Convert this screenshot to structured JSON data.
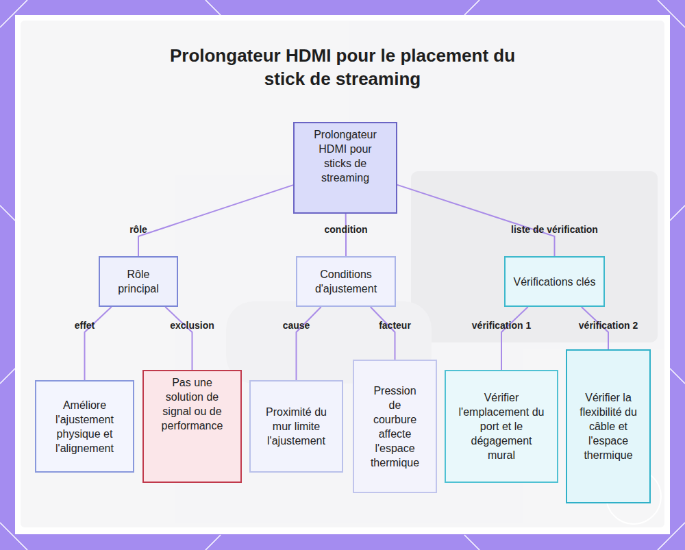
{
  "diagram": {
    "title": "Prolongateur HDMI pour le placement du stick de streaming",
    "nodes": [
      {
        "text": [
          "Prolongateur HDMI pour sticks de streaming"
        ]
      },
      {
        "text": [
          "Rôle principal"
        ]
      },
      {
        "text": [
          "Conditions d'ajustement"
        ]
      },
      {
        "text": [
          "Vérifications clés"
        ]
      },
      {
        "text": [
          "Améliore l'ajustement physique et l'alignement"
        ]
      },
      {
        "text": [
          "Pas une solution de signal ou de performance"
        ]
      },
      {
        "text": [
          "Proximité du mur limite l'ajustement"
        ]
      },
      {
        "text": [
          "Pression de courbure affecte l'espace thermique"
        ]
      },
      {
        "text": [
          "Vérifier l'emplacement du port et le dégagement mural"
        ]
      },
      {
        "text": [
          "Vérifier la flexibilité du câble et l'espace thermique"
        ]
      }
    ],
    "edges": [
      {
        "from": 0,
        "to": 1,
        "label": "rôle",
        "arrow": "none"
      },
      {
        "from": 0,
        "to": 2,
        "label": "condition",
        "arrow": "none"
      },
      {
        "from": 0,
        "to": 3,
        "label": "liste de vérification",
        "arrow": "none"
      },
      {
        "from": 1,
        "to": 4,
        "label": "effet",
        "arrow": "none"
      },
      {
        "from": 1,
        "to": 5,
        "label": "exclusion",
        "arrow": "none"
      },
      {
        "from": 2,
        "to": 6,
        "label": "cause",
        "arrow": "none"
      },
      {
        "from": 2,
        "to": 7,
        "label": "facteur",
        "arrow": "none"
      },
      {
        "from": 3,
        "to": 8,
        "label": "vérification 1",
        "arrow": "none"
      },
      {
        "from": 3,
        "to": 9,
        "label": "vérification 2",
        "arrow": "none"
      }
    ]
  }
}
